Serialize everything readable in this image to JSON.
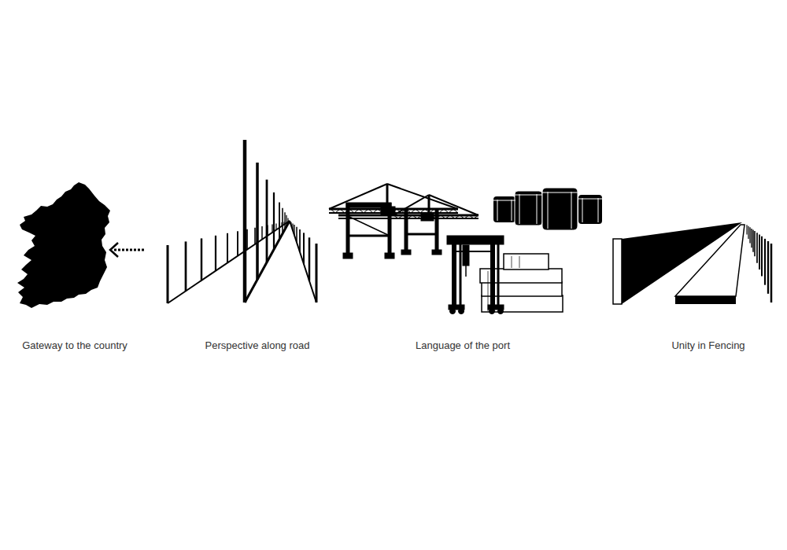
{
  "diagram": {
    "labels": [
      "Gateway to the country",
      "Perspective along road",
      "Language of the port",
      "Unity in Fencing"
    ]
  }
}
